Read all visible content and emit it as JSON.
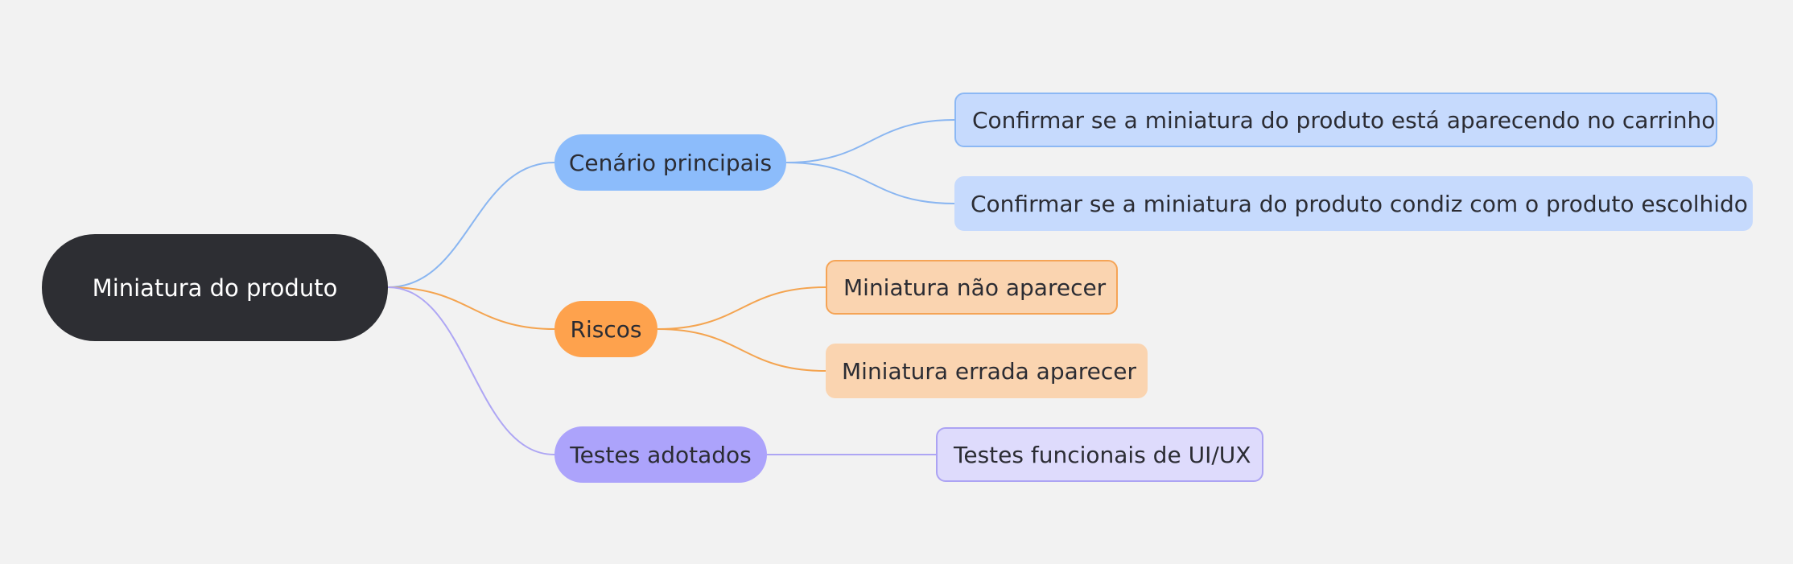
{
  "mindmap": {
    "root": {
      "label": "Miniatura do produto"
    },
    "branches": [
      {
        "label": "Cenário principais",
        "color": "#8cbcfb",
        "line_color": "#8ab6f1",
        "children": [
          {
            "label": "Confirmar se a miniatura do produto está aparecendo no carrinho",
            "selected": true
          },
          {
            "label": "Confirmar se a miniatura do produto condiz com o produto escolhido"
          }
        ]
      },
      {
        "label": "Riscos",
        "color": "#fea24d",
        "line_color": "#f4a450",
        "children": [
          {
            "label": "Miniatura não aparecer",
            "selected": true
          },
          {
            "label": "Miniatura errada aparecer"
          }
        ]
      },
      {
        "label": "Testes adotados",
        "color": "#aca3fb",
        "line_color": "#aea6f4",
        "children": [
          {
            "label": "Testes funcionais de UI/UX",
            "selected": true
          }
        ]
      }
    ]
  }
}
